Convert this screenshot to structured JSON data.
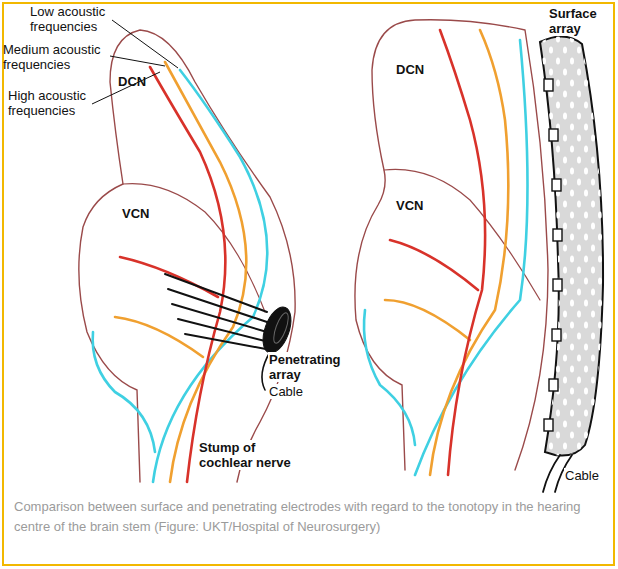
{
  "diagram": {
    "caption": "Comparison between surface and penetrating electrodes with regard to the tonotopy in the hearing centre of the brain stem (Figure: UKT/Hospital of Neurosurgery)",
    "labels": [
      "Low acoustic frequencies",
      "Medium acoustic frequencies",
      "High acoustic frequencies",
      "DCN",
      "VCN",
      "Penetrating array",
      "Cable",
      "Stump of cochlear nerve",
      "DCN",
      "Surface array",
      "VCN",
      "Cable"
    ]
  }
}
